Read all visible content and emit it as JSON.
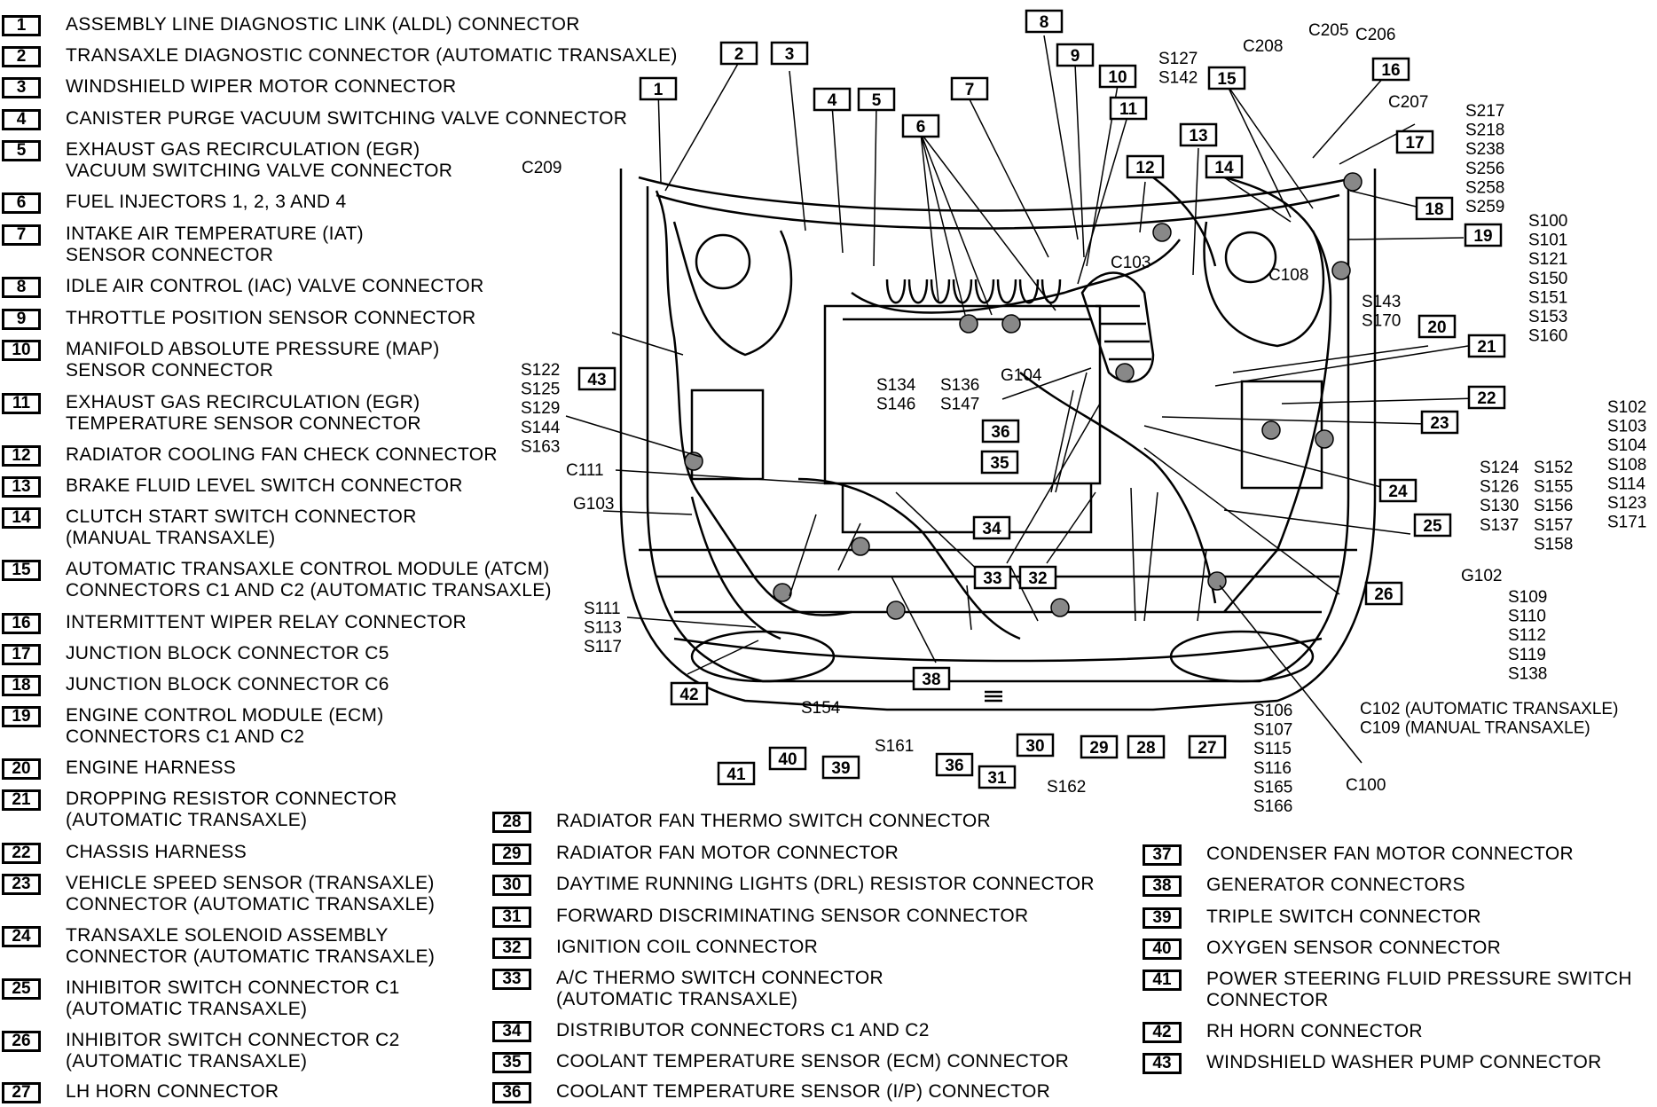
{
  "legend": [
    {
      "num": "1",
      "text": "ASSEMBLY LINE DIAGNOSTIC LINK (ALDL) CONNECTOR"
    },
    {
      "num": "2",
      "text": "TRANSAXLE DIAGNOSTIC CONNECTOR (AUTOMATIC TRANSAXLE)"
    },
    {
      "num": "3",
      "text": "WINDSHIELD WIPER MOTOR CONNECTOR"
    },
    {
      "num": "4",
      "text": "CANISTER PURGE VACUUM SWITCHING VALVE CONNECTOR"
    },
    {
      "num": "5",
      "text": "EXHAUST GAS RECIRCULATION (EGR)\nVACUUM SWITCHING VALVE CONNECTOR"
    },
    {
      "num": "6",
      "text": "FUEL INJECTORS 1, 2, 3 AND 4"
    },
    {
      "num": "7",
      "text": "INTAKE AIR TEMPERATURE (IAT)\nSENSOR CONNECTOR"
    },
    {
      "num": "8",
      "text": "IDLE AIR CONTROL (IAC) VALVE CONNECTOR"
    },
    {
      "num": "9",
      "text": "THROTTLE POSITION SENSOR CONNECTOR"
    },
    {
      "num": "10",
      "text": "MANIFOLD ABSOLUTE PRESSURE (MAP)\nSENSOR CONNECTOR"
    },
    {
      "num": "11",
      "text": "EXHAUST GAS RECIRCULATION (EGR)\nTEMPERATURE SENSOR CONNECTOR"
    },
    {
      "num": "12",
      "text": "RADIATOR COOLING FAN CHECK CONNECTOR"
    },
    {
      "num": "13",
      "text": "BRAKE FLUID LEVEL SWITCH CONNECTOR"
    },
    {
      "num": "14",
      "text": "CLUTCH START SWITCH CONNECTOR\n(MANUAL TRANSAXLE)"
    },
    {
      "num": "15",
      "text": "AUTOMATIC TRANSAXLE CONTROL MODULE (ATCM)\nCONNECTORS C1 AND C2 (AUTOMATIC TRANSAXLE)"
    },
    {
      "num": "16",
      "text": "INTERMITTENT WIPER RELAY CONNECTOR"
    },
    {
      "num": "17",
      "text": "JUNCTION BLOCK CONNECTOR C5"
    },
    {
      "num": "18",
      "text": "JUNCTION BLOCK CONNECTOR C6"
    },
    {
      "num": "19",
      "text": "ENGINE CONTROL MODULE (ECM)\nCONNECTORS C1 AND C2"
    },
    {
      "num": "20",
      "text": "ENGINE HARNESS"
    },
    {
      "num": "21",
      "text": "DROPPING RESISTOR CONNECTOR\n(AUTOMATIC TRANSAXLE)"
    },
    {
      "num": "22",
      "text": "CHASSIS HARNESS"
    },
    {
      "num": "23",
      "text": "VEHICLE SPEED SENSOR (TRANSAXLE)\nCONNECTOR (AUTOMATIC TRANSAXLE)"
    },
    {
      "num": "24",
      "text": "TRANSAXLE SOLENOID ASSEMBLY\nCONNECTOR (AUTOMATIC TRANSAXLE)"
    },
    {
      "num": "25",
      "text": "INHIBITOR SWITCH CONNECTOR C1\n(AUTOMATIC TRANSAXLE)"
    },
    {
      "num": "26",
      "text": "INHIBITOR SWITCH CONNECTOR C2\n(AUTOMATIC TRANSAXLE)"
    },
    {
      "num": "27",
      "text": "LH HORN CONNECTOR"
    },
    {
      "num": "28",
      "text": "RADIATOR FAN THERMO SWITCH CONNECTOR"
    },
    {
      "num": "29",
      "text": "RADIATOR FAN MOTOR CONNECTOR"
    },
    {
      "num": "30",
      "text": "DAYTIME RUNNING LIGHTS (DRL) RESISTOR CONNECTOR"
    },
    {
      "num": "31",
      "text": "FORWARD DISCRIMINATING SENSOR CONNECTOR"
    },
    {
      "num": "32",
      "text": "IGNITION COIL CONNECTOR"
    },
    {
      "num": "33",
      "text": "A/C THERMO SWITCH CONNECTOR\n(AUTOMATIC TRANSAXLE)"
    },
    {
      "num": "34",
      "text": "DISTRIBUTOR CONNECTORS C1 AND C2"
    },
    {
      "num": "35",
      "text": "COOLANT TEMPERATURE SENSOR (ECM) CONNECTOR"
    },
    {
      "num": "36",
      "text": "COOLANT TEMPERATURE SENSOR (I/P) CONNECTOR"
    },
    {
      "num": "37",
      "text": "CONDENSER FAN MOTOR CONNECTOR"
    },
    {
      "num": "38",
      "text": "GENERATOR CONNECTORS"
    },
    {
      "num": "39",
      "text": "TRIPLE SWITCH CONNECTOR"
    },
    {
      "num": "40",
      "text": "OXYGEN SENSOR CONNECTOR"
    },
    {
      "num": "41",
      "text": "POWER STEERING FLUID PRESSURE SWITCH\nCONNECTOR"
    },
    {
      "num": "42",
      "text": "RH HORN CONNECTOR"
    },
    {
      "num": "43",
      "text": "WINDSHIELD WASHER PUMP CONNECTOR"
    }
  ],
  "callouts": [
    {
      "num": "1"
    },
    {
      "num": "2"
    },
    {
      "num": "3"
    },
    {
      "num": "4"
    },
    {
      "num": "5"
    },
    {
      "num": "6"
    },
    {
      "num": "7"
    },
    {
      "num": "8"
    },
    {
      "num": "9"
    },
    {
      "num": "10"
    },
    {
      "num": "11"
    },
    {
      "num": "12"
    },
    {
      "num": "13"
    },
    {
      "num": "14"
    },
    {
      "num": "15"
    },
    {
      "num": "16"
    },
    {
      "num": "17"
    },
    {
      "num": "18"
    },
    {
      "num": "19"
    },
    {
      "num": "20"
    },
    {
      "num": "21"
    },
    {
      "num": "22"
    },
    {
      "num": "23"
    },
    {
      "num": "24"
    },
    {
      "num": "25"
    },
    {
      "num": "26"
    },
    {
      "num": "27"
    },
    {
      "num": "28"
    },
    {
      "num": "29"
    },
    {
      "num": "30"
    },
    {
      "num": "31"
    },
    {
      "num": "32"
    },
    {
      "num": "33"
    },
    {
      "num": "34"
    },
    {
      "num": "35"
    },
    {
      "num": "36"
    },
    {
      "num": "36"
    },
    {
      "num": "38"
    },
    {
      "num": "39"
    },
    {
      "num": "40"
    },
    {
      "num": "41"
    },
    {
      "num": "42"
    },
    {
      "num": "43"
    }
  ],
  "labels": [
    {
      "text": "C209"
    },
    {
      "text": "S127\nS142"
    },
    {
      "text": "C208"
    },
    {
      "text": "C205"
    },
    {
      "text": "C206"
    },
    {
      "text": "C207"
    },
    {
      "text": "S217\nS218\nS238\nS256\nS258\nS259"
    },
    {
      "text": "S100\nS101\nS121\nS150\nS151\nS153\nS160"
    },
    {
      "text": "C103"
    },
    {
      "text": "C108"
    },
    {
      "text": "S143\nS170"
    },
    {
      "text": "S134\nS146"
    },
    {
      "text": "S136\nS147"
    },
    {
      "text": "G104"
    },
    {
      "text": "S122\nS125\nS129\nS144\nS163"
    },
    {
      "text": "C111"
    },
    {
      "text": "G103"
    },
    {
      "text": "S102\nS103\nS104\nS108\nS114\nS123\nS171"
    },
    {
      "text": "S124\nS126\nS130\nS137"
    },
    {
      "text": "S152\nS155\nS156\nS157\nS158"
    },
    {
      "text": "G102"
    },
    {
      "text": "S109\nS110\nS112\nS119\nS138"
    },
    {
      "text": "S111\nS113\nS117"
    },
    {
      "text": "S154"
    },
    {
      "text": "S161"
    },
    {
      "text": "S162"
    },
    {
      "text": "S106\nS107\nS115\nS116\nS165\nS166"
    },
    {
      "text": "C100"
    },
    {
      "text": "C102 (AUTOMATIC TRANSAXLE)\nC109 (MANUAL TRANSAXLE)"
    }
  ]
}
